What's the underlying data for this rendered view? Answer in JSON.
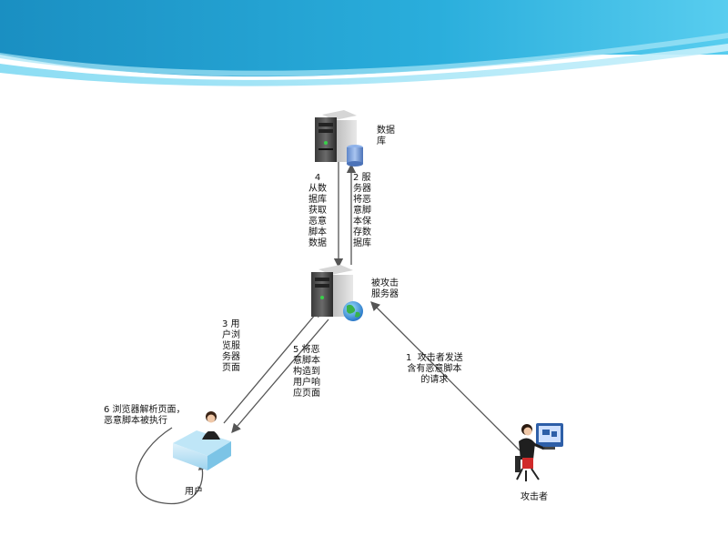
{
  "header": {
    "title": ""
  },
  "nodes": {
    "database": "数据\n库",
    "server": "被攻击\n服务器",
    "user": "用户",
    "attacker": "攻击者"
  },
  "steps": {
    "s1": "1  攻击者发送\n含有恶意脚本\n的请求",
    "s2": "2 服\n务器\n将恶\n意脚\n本保\n存数\n据库",
    "s3": "3 用\n户浏\n览服\n务器\n页面",
    "s4": "4\n从数\n据库\n获取\n恶意\n脚本\n数据",
    "s5": "5 将恶\n意脚本\n构造到\n用户响\n应页面",
    "s6": "6 浏览器解析页面，\n恶意脚本被执行"
  },
  "colors": {
    "header_dark": "#1b93c7",
    "header_light": "#5ad0f0",
    "arrow": "#555555"
  }
}
